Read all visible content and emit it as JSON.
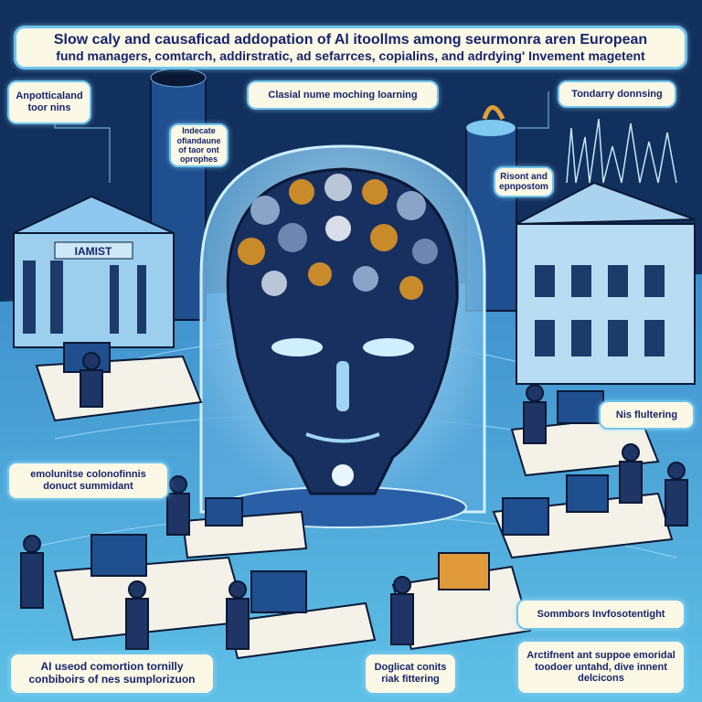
{
  "title": {
    "line1": "Slow caly and causaficad addopation of Al itoollms among seurmonra aren European",
    "line2": "fund managers, comtarch, addirstratic, ad sefarrces, copialins, and adrdying' Invement magetent"
  },
  "labels": {
    "top_left": "Anpotticaland toor nins",
    "indecate": "Indecate ofiandaune of taor ont oprophes",
    "machine_learning": "Clasial nume moching loarning",
    "top_right": "Tondarry donnsing",
    "risont": "Risont and epnpostom",
    "nis_filtering": "Nis flultering",
    "left_middle": "emolunitse colonofinnis donuct summidant",
    "bottom_left": "AI useod comortion tornilly conbiboirs of nes sumplorizuon",
    "bottom_center": "Doglicat conits riak fittering",
    "bottom_right_top": "Sommbors Invfosotentight",
    "bottom_right": "Arctifnent ant suppoe emoridal toodoer untahd, dive innent delcicons"
  },
  "building_sign": "IAMIST",
  "colors": {
    "navy": "#0d2145",
    "floor": "#5ab8e0",
    "label_bg": "#fbf8e6",
    "label_border": "#6fc4ea",
    "gear": "#c98a2a"
  }
}
